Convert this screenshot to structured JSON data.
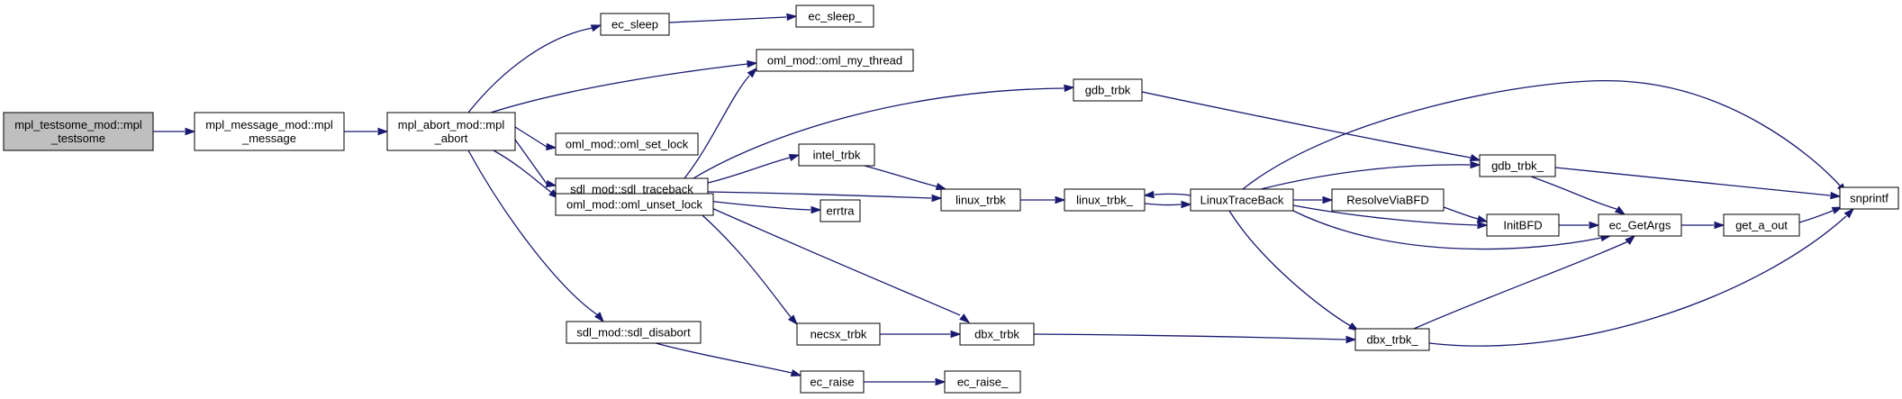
{
  "graph": {
    "nodes": [
      {
        "id": "mpl_testsome",
        "lines": [
          "mpl_testsome_mod::mpl",
          "_testsome"
        ],
        "root": true
      },
      {
        "id": "mpl_message",
        "lines": [
          "mpl_message_mod::mpl",
          "_message"
        ]
      },
      {
        "id": "mpl_abort",
        "lines": [
          "mpl_abort_mod::mpl",
          "_abort"
        ]
      },
      {
        "id": "ec_sleep",
        "lines": [
          "ec_sleep"
        ]
      },
      {
        "id": "ec_sleep_",
        "lines": [
          "ec_sleep_"
        ]
      },
      {
        "id": "oml_my_thread",
        "lines": [
          "oml_mod::oml_my_thread"
        ]
      },
      {
        "id": "oml_set_lock",
        "lines": [
          "oml_mod::oml_set_lock"
        ]
      },
      {
        "id": "sdl_traceback",
        "lines": [
          "sdl_mod::sdl_traceback"
        ]
      },
      {
        "id": "oml_unset_lock",
        "lines": [
          "oml_mod::oml_unset_lock"
        ]
      },
      {
        "id": "sdl_disabort",
        "lines": [
          "sdl_mod::sdl_disabort"
        ]
      },
      {
        "id": "gdb_trbk",
        "lines": [
          "gdb_trbk"
        ]
      },
      {
        "id": "intel_trbk",
        "lines": [
          "intel_trbk"
        ]
      },
      {
        "id": "linux_trbk",
        "lines": [
          "linux_trbk"
        ]
      },
      {
        "id": "errtra",
        "lines": [
          "errtra"
        ]
      },
      {
        "id": "necsx_trbk",
        "lines": [
          "necsx_trbk"
        ]
      },
      {
        "id": "dbx_trbk",
        "lines": [
          "dbx_trbk"
        ]
      },
      {
        "id": "ec_raise",
        "lines": [
          "ec_raise"
        ]
      },
      {
        "id": "ec_raise_",
        "lines": [
          "ec_raise_"
        ]
      },
      {
        "id": "linux_trbk_",
        "lines": [
          "linux_trbk_"
        ]
      },
      {
        "id": "LinuxTraceBack",
        "lines": [
          "LinuxTraceBack"
        ]
      },
      {
        "id": "gdb_trbk_",
        "lines": [
          "gdb_trbk_"
        ]
      },
      {
        "id": "ResolveViaBFD",
        "lines": [
          "ResolveViaBFD"
        ]
      },
      {
        "id": "InitBFD",
        "lines": [
          "InitBFD"
        ]
      },
      {
        "id": "ec_GetArgs",
        "lines": [
          "ec_GetArgs"
        ]
      },
      {
        "id": "dbx_trbk_",
        "lines": [
          "dbx_trbk_"
        ]
      },
      {
        "id": "get_a_out",
        "lines": [
          "get_a_out"
        ]
      },
      {
        "id": "snprintf",
        "lines": [
          "snprintf"
        ]
      }
    ],
    "edges": [
      {
        "from": "mpl_testsome",
        "to": "mpl_message"
      },
      {
        "from": "mpl_message",
        "to": "mpl_abort"
      },
      {
        "from": "mpl_abort",
        "to": "ec_sleep"
      },
      {
        "from": "mpl_abort",
        "to": "oml_my_thread"
      },
      {
        "from": "mpl_abort",
        "to": "oml_set_lock"
      },
      {
        "from": "mpl_abort",
        "to": "sdl_traceback"
      },
      {
        "from": "mpl_abort",
        "to": "oml_unset_lock"
      },
      {
        "from": "mpl_abort",
        "to": "sdl_disabort"
      },
      {
        "from": "ec_sleep",
        "to": "ec_sleep_"
      },
      {
        "from": "sdl_traceback",
        "to": "oml_my_thread"
      },
      {
        "from": "sdl_traceback",
        "to": "gdb_trbk"
      },
      {
        "from": "sdl_traceback",
        "to": "intel_trbk"
      },
      {
        "from": "sdl_traceback",
        "to": "linux_trbk"
      },
      {
        "from": "sdl_traceback",
        "to": "errtra"
      },
      {
        "from": "sdl_traceback",
        "to": "necsx_trbk"
      },
      {
        "from": "sdl_traceback",
        "to": "dbx_trbk"
      },
      {
        "from": "sdl_disabort",
        "to": "ec_raise"
      },
      {
        "from": "ec_raise",
        "to": "ec_raise_"
      },
      {
        "from": "gdb_trbk",
        "to": "gdb_trbk_"
      },
      {
        "from": "intel_trbk",
        "to": "linux_trbk"
      },
      {
        "from": "linux_trbk",
        "to": "linux_trbk_"
      },
      {
        "from": "necsx_trbk",
        "to": "dbx_trbk"
      },
      {
        "from": "dbx_trbk",
        "to": "dbx_trbk_"
      },
      {
        "from": "linux_trbk_",
        "to": "LinuxTraceBack"
      },
      {
        "from": "LinuxTraceBack",
        "to": "linux_trbk_"
      },
      {
        "from": "LinuxTraceBack",
        "to": "gdb_trbk_"
      },
      {
        "from": "LinuxTraceBack",
        "to": "ResolveViaBFD"
      },
      {
        "from": "LinuxTraceBack",
        "to": "InitBFD"
      },
      {
        "from": "LinuxTraceBack",
        "to": "ec_GetArgs"
      },
      {
        "from": "LinuxTraceBack",
        "to": "dbx_trbk_"
      },
      {
        "from": "LinuxTraceBack",
        "to": "snprintf"
      },
      {
        "from": "ResolveViaBFD",
        "to": "InitBFD"
      },
      {
        "from": "InitBFD",
        "to": "ec_GetArgs"
      },
      {
        "from": "gdb_trbk_",
        "to": "ec_GetArgs"
      },
      {
        "from": "gdb_trbk_",
        "to": "snprintf"
      },
      {
        "from": "dbx_trbk_",
        "to": "ec_GetArgs"
      },
      {
        "from": "dbx_trbk_",
        "to": "snprintf"
      },
      {
        "from": "ec_GetArgs",
        "to": "get_a_out"
      },
      {
        "from": "get_a_out",
        "to": "snprintf"
      }
    ],
    "colors": {
      "edge": "#191970",
      "node_border": "#000000",
      "node_fill": "#ffffff",
      "root_fill": "#bfbfbf",
      "text": "#000000"
    }
  }
}
